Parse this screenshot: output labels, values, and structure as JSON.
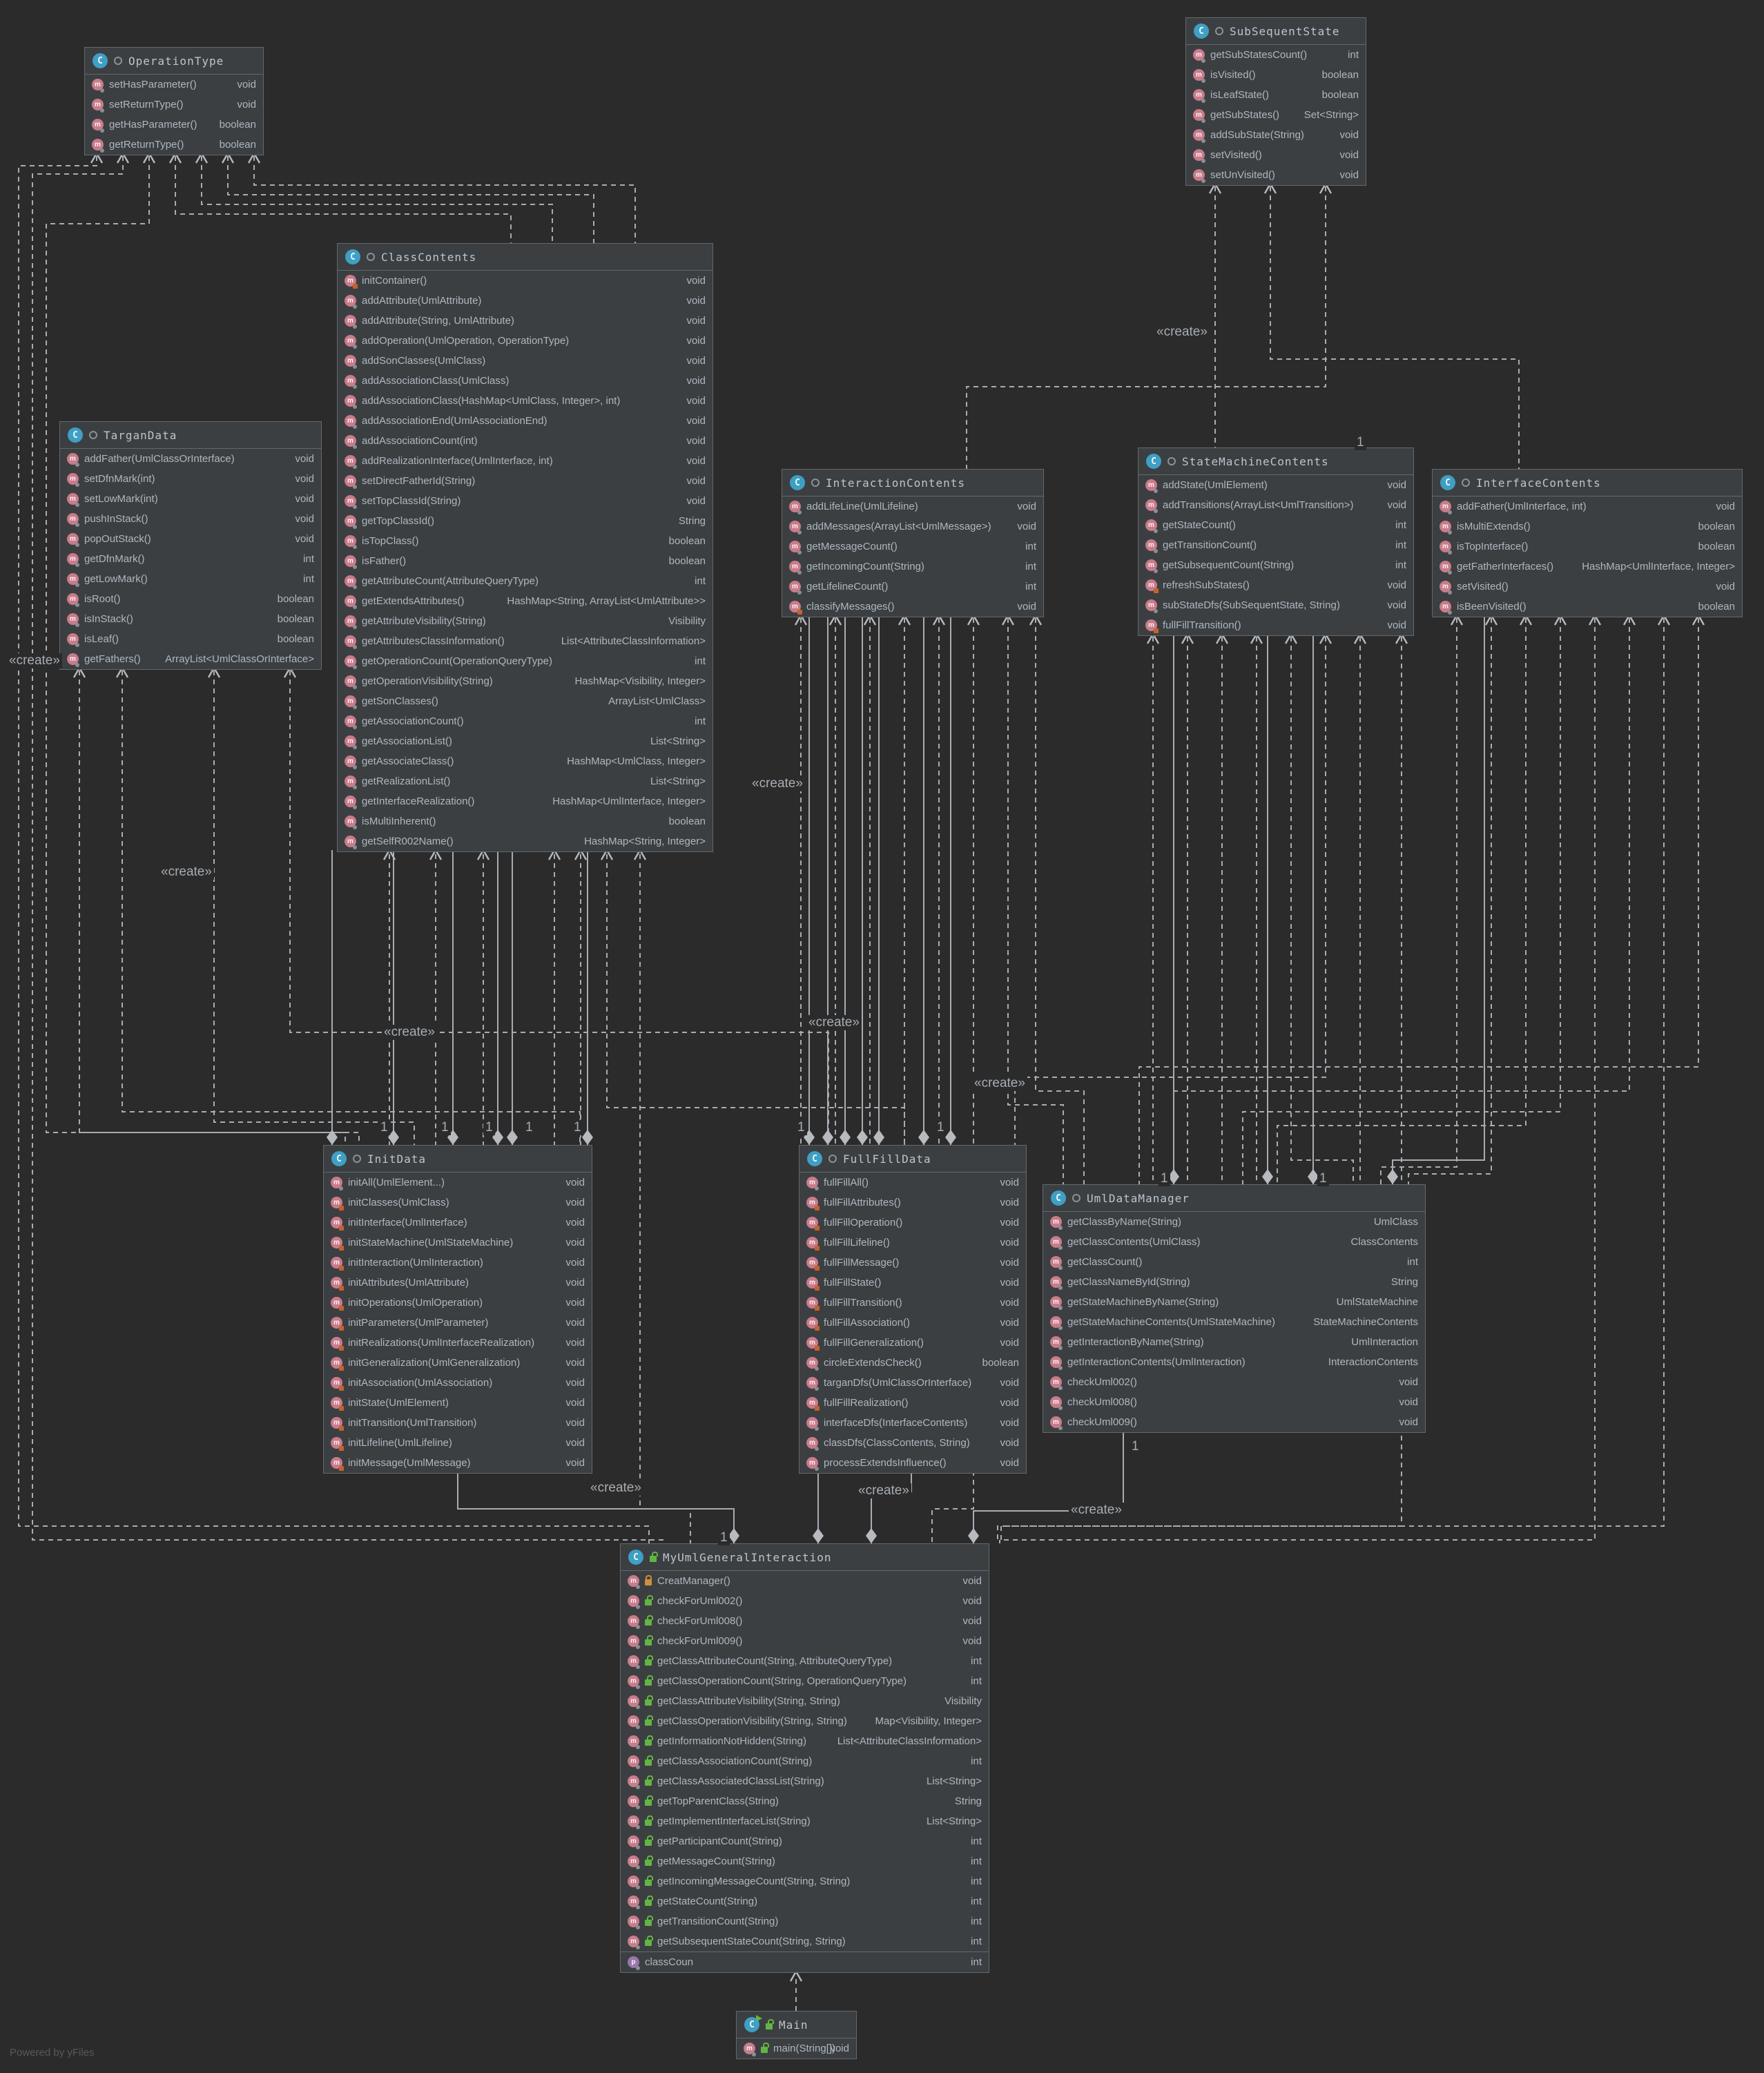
{
  "diagram": {
    "footer": "Powered by yFiles",
    "edge_labels": {
      "create": "«create»",
      "one": "1"
    },
    "classes": [
      {
        "id": "OperationType",
        "title": "OperationType",
        "access": "package",
        "methods": [
          [
            "setHasParameter()",
            "void"
          ],
          [
            "setReturnType()",
            "void"
          ],
          [
            "getHasParameter()",
            "boolean"
          ],
          [
            "getReturnType()",
            "boolean"
          ]
        ],
        "fields": []
      },
      {
        "id": "SubSequentState",
        "title": "SubSequentState",
        "access": "package",
        "methods": [
          [
            "getSubStatesCount()",
            "int"
          ],
          [
            "isVisited()",
            "boolean"
          ],
          [
            "isLeafState()",
            "boolean"
          ],
          [
            "getSubStates()",
            "Set<String>"
          ],
          [
            "addSubState(String)",
            "void"
          ],
          [
            "setVisited()",
            "void"
          ],
          [
            "setUnVisited()",
            "void"
          ]
        ],
        "fields": []
      },
      {
        "id": "ClassContents",
        "title": "ClassContents",
        "access": "package",
        "methods": [
          [
            "initContainer()",
            "void",
            "b"
          ],
          [
            "addAttribute(UmlAttribute)",
            "void"
          ],
          [
            "addAttribute(String, UmlAttribute)",
            "void"
          ],
          [
            "addOperation(UmlOperation, OperationType)",
            "void"
          ],
          [
            "addSonClasses(UmlClass)",
            "void"
          ],
          [
            "addAssociationClass(UmlClass)",
            "void"
          ],
          [
            "addAssociationClass(HashMap<UmlClass, Integer>, int)",
            "void"
          ],
          [
            "addAssociationEnd(UmlAssociationEnd)",
            "void"
          ],
          [
            "addAssociationCount(int)",
            "void"
          ],
          [
            "addRealizationInterface(UmlInterface, int)",
            "void"
          ],
          [
            "setDirectFatherId(String)",
            "void"
          ],
          [
            "setTopClassId(String)",
            "void"
          ],
          [
            "getTopClassId()",
            "String"
          ],
          [
            "isTopClass()",
            "boolean"
          ],
          [
            "isFather()",
            "boolean"
          ],
          [
            "getAttributeCount(AttributeQueryType)",
            "int"
          ],
          [
            "getExtendsAttributes()",
            "HashMap<String, ArrayList<UmlAttribute>>"
          ],
          [
            "getAttributeVisibility(String)",
            "Visibility"
          ],
          [
            "getAttributesClassInformation()",
            "List<AttributeClassInformation>"
          ],
          [
            "getOperationCount(OperationQueryType)",
            "int"
          ],
          [
            "getOperationVisibility(String)",
            "HashMap<Visibility, Integer>"
          ],
          [
            "getSonClasses()",
            "ArrayList<UmlClass>"
          ],
          [
            "getAssociationCount()",
            "int"
          ],
          [
            "getAssociationList()",
            "List<String>"
          ],
          [
            "getAssociateClass()",
            "HashMap<UmlClass, Integer>"
          ],
          [
            "getRealizationList()",
            "List<String>"
          ],
          [
            "getInterfaceRealization()",
            "HashMap<UmlInterface, Integer>"
          ],
          [
            "isMultiInherent()",
            "boolean"
          ],
          [
            "getSelfR002Name()",
            "HashMap<String, Integer>"
          ]
        ],
        "fields": []
      },
      {
        "id": "TarganData",
        "title": "TarganData",
        "access": "package",
        "methods": [
          [
            "addFather(UmlClassOrInterface)",
            "void"
          ],
          [
            "setDfnMark(int)",
            "void"
          ],
          [
            "setLowMark(int)",
            "void"
          ],
          [
            "pushInStack()",
            "void"
          ],
          [
            "popOutStack()",
            "void"
          ],
          [
            "getDfnMark()",
            "int"
          ],
          [
            "getLowMark()",
            "int"
          ],
          [
            "isRoot()",
            "boolean"
          ],
          [
            "isInStack()",
            "boolean"
          ],
          [
            "isLeaf()",
            "boolean"
          ],
          [
            "getFathers()",
            "ArrayList<UmlClassOrInterface>"
          ]
        ],
        "fields": []
      },
      {
        "id": "InteractionContents",
        "title": "InteractionContents",
        "access": "package",
        "methods": [
          [
            "addLifeLine(UmlLifeline)",
            "void"
          ],
          [
            "addMessages(ArrayList<UmlMessage>)",
            "void"
          ],
          [
            "getMessageCount()",
            "int"
          ],
          [
            "getIncomingCount(String)",
            "int"
          ],
          [
            "getLifelineCount()",
            "int"
          ],
          [
            "classifyMessages()",
            "void",
            "b"
          ]
        ],
        "fields": []
      },
      {
        "id": "StateMachineContents",
        "title": "StateMachineContents",
        "access": "package",
        "methods": [
          [
            "addState(UmlElement)",
            "void"
          ],
          [
            "addTransitions(ArrayList<UmlTransition>)",
            "void"
          ],
          [
            "getStateCount()",
            "int"
          ],
          [
            "getTransitionCount()",
            "int"
          ],
          [
            "getSubsequentCount(String)",
            "int"
          ],
          [
            "refreshSubStates()",
            "void",
            "b"
          ],
          [
            "subStateDfs(SubSequentState, String)",
            "void"
          ],
          [
            "fullFillTransition()",
            "void",
            "b"
          ]
        ],
        "fields": []
      },
      {
        "id": "InterfaceContents",
        "title": "InterfaceContents",
        "access": "package",
        "methods": [
          [
            "addFather(UmlInterface, int)",
            "void"
          ],
          [
            "isMultiExtends()",
            "boolean"
          ],
          [
            "isTopInterface()",
            "boolean"
          ],
          [
            "getFatherInterfaces()",
            "HashMap<UmlInterface, Integer>"
          ],
          [
            "setVisited()",
            "void"
          ],
          [
            "isBeenVisited()",
            "boolean"
          ]
        ],
        "fields": []
      },
      {
        "id": "InitData",
        "title": "InitData",
        "access": "package",
        "methods": [
          [
            "initAll(UmlElement...)",
            "void"
          ],
          [
            "initClasses(UmlClass)",
            "void",
            "b"
          ],
          [
            "initInterface(UmlInterface)",
            "void",
            "b"
          ],
          [
            "initStateMachine(UmlStateMachine)",
            "void",
            "b"
          ],
          [
            "initInteraction(UmlInteraction)",
            "void",
            "b"
          ],
          [
            "initAttributes(UmlAttribute)",
            "void",
            "b"
          ],
          [
            "initOperations(UmlOperation)",
            "void",
            "b"
          ],
          [
            "initParameters(UmlParameter)",
            "void",
            "b"
          ],
          [
            "initRealizations(UmlInterfaceRealization)",
            "void",
            "b"
          ],
          [
            "initGeneralization(UmlGeneralization)",
            "void",
            "b"
          ],
          [
            "initAssociation(UmlAssociation)",
            "void",
            "b"
          ],
          [
            "initState(UmlElement)",
            "void",
            "b"
          ],
          [
            "initTransition(UmlTransition)",
            "void",
            "b"
          ],
          [
            "initLifeline(UmlLifeline)",
            "void",
            "b"
          ],
          [
            "initMessage(UmlMessage)",
            "void",
            "b"
          ]
        ],
        "fields": []
      },
      {
        "id": "FullFillData",
        "title": "FullFillData",
        "access": "package",
        "methods": [
          [
            "fullFillAll()",
            "void"
          ],
          [
            "fullFillAttributes()",
            "void",
            "b"
          ],
          [
            "fullFillOperation()",
            "void",
            "b"
          ],
          [
            "fullFillLifeline()",
            "void",
            "b"
          ],
          [
            "fullFillMessage()",
            "void",
            "b"
          ],
          [
            "fullFillState()",
            "void",
            "b"
          ],
          [
            "fullFillTransition()",
            "void",
            "b"
          ],
          [
            "fullFillAssociation()",
            "void",
            "b"
          ],
          [
            "fullFillGeneralization()",
            "void",
            "b"
          ],
          [
            "circleExtendsCheck()",
            "boolean"
          ],
          [
            "targanDfs(UmlClassOrInterface)",
            "void"
          ],
          [
            "fullFillRealization()",
            "void",
            "b"
          ],
          [
            "interfaceDfs(InterfaceContents)",
            "void"
          ],
          [
            "classDfs(ClassContents, String)",
            "void"
          ],
          [
            "processExtendsInfluence()",
            "void"
          ]
        ],
        "fields": []
      },
      {
        "id": "UmlDataManager",
        "title": "UmlDataManager",
        "access": "package",
        "methods": [
          [
            "getClassByName(String)",
            "UmlClass"
          ],
          [
            "getClassContents(UmlClass)",
            "ClassContents"
          ],
          [
            "getClassCount()",
            "int"
          ],
          [
            "getClassNameById(String)",
            "String"
          ],
          [
            "getStateMachineByName(String)",
            "UmlStateMachine"
          ],
          [
            "getStateMachineContents(UmlStateMachine)",
            "StateMachineContents"
          ],
          [
            "getInteractionByName(String)",
            "UmlInteraction"
          ],
          [
            "getInteractionContents(UmlInteraction)",
            "InteractionContents"
          ],
          [
            "checkUml002()",
            "void"
          ],
          [
            "checkUml008()",
            "void"
          ],
          [
            "checkUml009()",
            "void"
          ]
        ],
        "fields": []
      },
      {
        "id": "MyUmlGeneralInteraction",
        "title": "MyUmlGeneralInteraction",
        "access": "public",
        "methods": [
          [
            "CreatManager()",
            "void",
            "o"
          ],
          [
            "checkForUml002()",
            "void",
            "g"
          ],
          [
            "checkForUml008()",
            "void",
            "g"
          ],
          [
            "checkForUml009()",
            "void",
            "g"
          ],
          [
            "getClassAttributeCount(String, AttributeQueryType)",
            "int",
            "g"
          ],
          [
            "getClassOperationCount(String, OperationQueryType)",
            "int",
            "g"
          ],
          [
            "getClassAttributeVisibility(String, String)",
            "Visibility",
            "g"
          ],
          [
            "getClassOperationVisibility(String, String)",
            "Map<Visibility, Integer>",
            "g"
          ],
          [
            "getInformationNotHidden(String)",
            "List<AttributeClassInformation>",
            "g"
          ],
          [
            "getClassAssociationCount(String)",
            "int",
            "g"
          ],
          [
            "getClassAssociatedClassList(String)",
            "List<String>",
            "g"
          ],
          [
            "getTopParentClass(String)",
            "String",
            "g"
          ],
          [
            "getImplementInterfaceList(String)",
            "List<String>",
            "g"
          ],
          [
            "getParticipantCount(String)",
            "int",
            "g"
          ],
          [
            "getMessageCount(String)",
            "int",
            "g"
          ],
          [
            "getIncomingMessageCount(String, String)",
            "int",
            "g"
          ],
          [
            "getStateCount(String)",
            "int",
            "g"
          ],
          [
            "getTransitionCount(String)",
            "int",
            "g"
          ],
          [
            "getSubsequentStateCount(String, String)",
            "int",
            "g"
          ]
        ],
        "fields": [
          [
            "classCoun",
            "int"
          ]
        ]
      },
      {
        "id": "Main",
        "title": "Main",
        "access": "public",
        "kind": "main",
        "methods": [
          [
            "main(String[])",
            "void",
            "g"
          ]
        ],
        "fields": []
      }
    ]
  }
}
